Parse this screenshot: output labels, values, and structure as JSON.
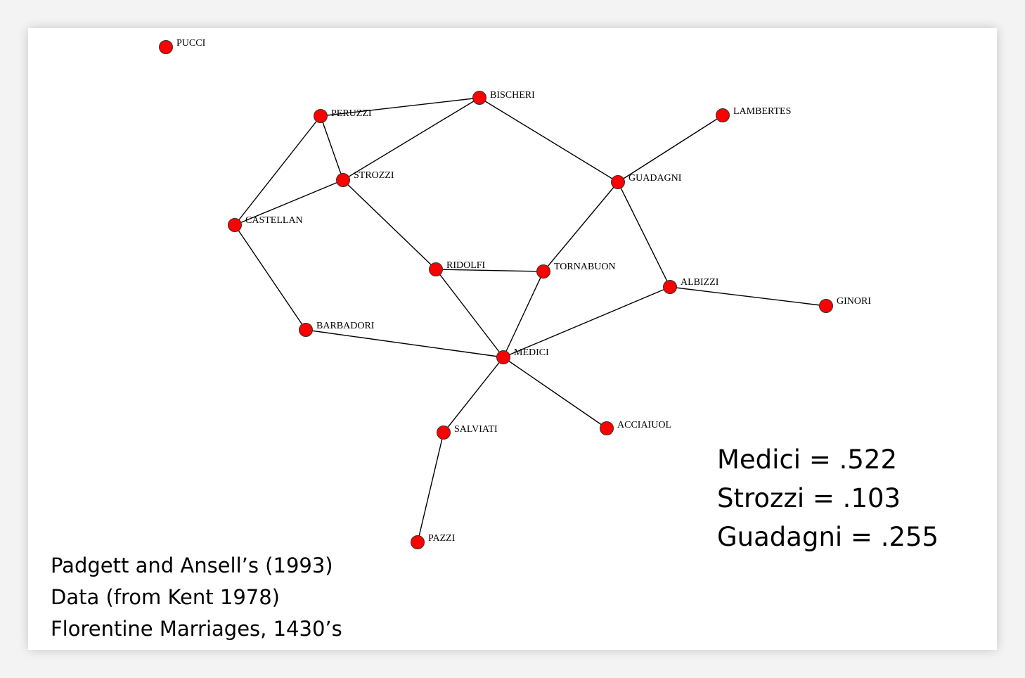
{
  "nodes": [
    {
      "id": "pucci",
      "label": "PUCCI"
    },
    {
      "id": "peruzzi",
      "label": "PERUZZI"
    },
    {
      "id": "bischeri",
      "label": "BISCHERI"
    },
    {
      "id": "lambertes",
      "label": "LAMBERTES"
    },
    {
      "id": "strozzi",
      "label": "STROZZI"
    },
    {
      "id": "guadagni",
      "label": "GUADAGNI"
    },
    {
      "id": "castellan",
      "label": "CASTELLAN"
    },
    {
      "id": "ridolfi",
      "label": "RIDOLFI"
    },
    {
      "id": "tornabuon",
      "label": "TORNABUON"
    },
    {
      "id": "albizzi",
      "label": "ALBIZZI"
    },
    {
      "id": "ginori",
      "label": "GINORI"
    },
    {
      "id": "barbadori",
      "label": "BARBADORI"
    },
    {
      "id": "medici",
      "label": "MEDICI"
    },
    {
      "id": "salviati",
      "label": "SALVIATI"
    },
    {
      "id": "acciaiuol",
      "label": "ACCIAIUOL"
    },
    {
      "id": "pazzi",
      "label": "PAZZI"
    }
  ],
  "edges": [
    [
      "peruzzi",
      "bischeri"
    ],
    [
      "peruzzi",
      "strozzi"
    ],
    [
      "peruzzi",
      "castellan"
    ],
    [
      "bischeri",
      "strozzi"
    ],
    [
      "bischeri",
      "guadagni"
    ],
    [
      "lambertes",
      "guadagni"
    ],
    [
      "strozzi",
      "castellan"
    ],
    [
      "strozzi",
      "ridolfi"
    ],
    [
      "guadagni",
      "tornabuon"
    ],
    [
      "guadagni",
      "albizzi"
    ],
    [
      "castellan",
      "barbadori"
    ],
    [
      "ridolfi",
      "tornabuon"
    ],
    [
      "ridolfi",
      "medici"
    ],
    [
      "tornabuon",
      "medici"
    ],
    [
      "albizzi",
      "medici"
    ],
    [
      "albizzi",
      "ginori"
    ],
    [
      "barbadori",
      "medici"
    ],
    [
      "medici",
      "salviati"
    ],
    [
      "medici",
      "acciaiuol"
    ],
    [
      "salviati",
      "pazzi"
    ]
  ],
  "colors": {
    "node_fill": "#ff0000",
    "node_stroke": "#333333",
    "edge": "#000000"
  },
  "caption": {
    "line1": "Padgett and Ansell’s (1993)",
    "line2": "Data  (from Kent 1978)",
    "line3": "Florentine Marriages, 1430’s"
  },
  "scores": {
    "line1": "Medici = .522",
    "line2": "Strozzi = .103",
    "line3": "Guadagni = .255"
  }
}
